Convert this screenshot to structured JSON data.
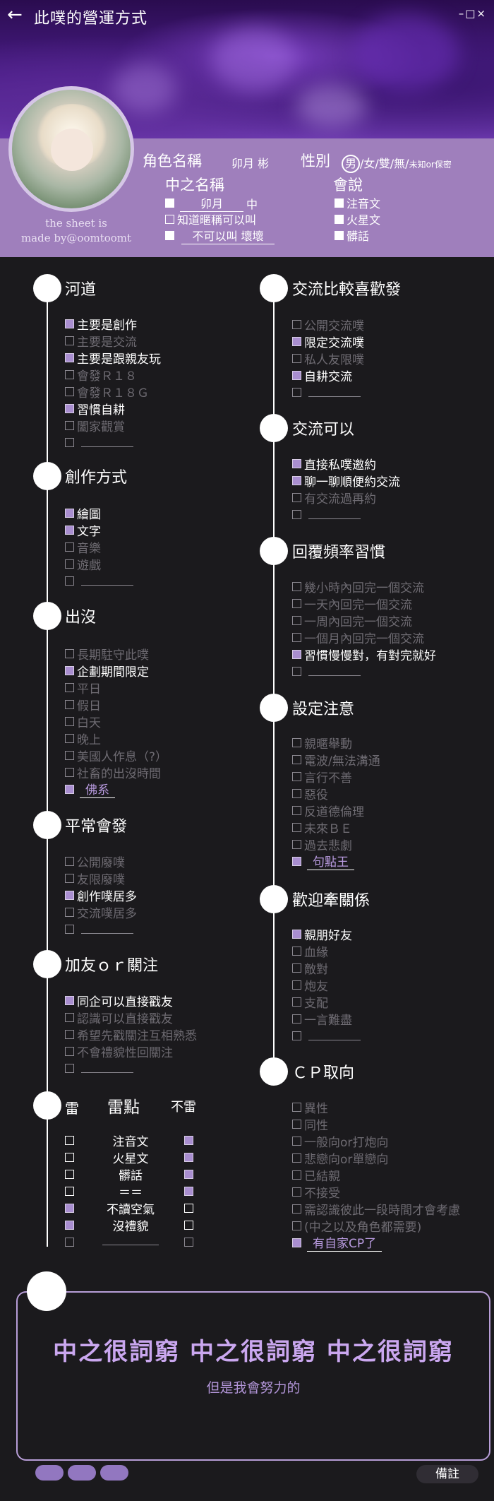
{
  "top_bar": {
    "back_icon": "←",
    "title": "此噗的營運方式",
    "window_controls": "–□×"
  },
  "profile": {
    "credit_line1": "the sheet is",
    "credit_line2": "made by@oomtoomt",
    "char_name_label": "角色名稱",
    "char_name_value": "卯月 彬",
    "gender_label": "性別",
    "gender_selected": "男",
    "gender_rest": "/女/雙/無/",
    "gender_small": "未知or保密",
    "nakano_label": "中之名稱",
    "nakano_opt1_prefix": "卯月",
    "nakano_opt1_suffix": "中",
    "nakano_opt2": "知道暱稱可以叫",
    "nakano_opt3": "不可以叫 壞壞",
    "speak_label": "會說",
    "speak_opts": [
      "注音文",
      "火星文",
      "髒話"
    ]
  },
  "sections": {
    "hedao": {
      "title": "河道",
      "items": [
        {
          "label": "主要是創作",
          "on": true
        },
        {
          "label": "主要是交流",
          "on": false
        },
        {
          "label": "主要是跟親友玩",
          "on": true
        },
        {
          "label": "會發Ｒ１８",
          "on": false
        },
        {
          "label": "會發Ｒ１８Ｇ",
          "on": false
        },
        {
          "label": "習慣自耕",
          "on": true
        },
        {
          "label": "闔家觀賞",
          "on": false
        }
      ]
    },
    "chuangzuo": {
      "title": "創作方式",
      "items": [
        {
          "label": "繪圖",
          "on": true
        },
        {
          "label": "文字",
          "on": true
        },
        {
          "label": "音樂",
          "on": false
        },
        {
          "label": "遊戲",
          "on": false
        }
      ]
    },
    "chumo": {
      "title": "出沒",
      "items": [
        {
          "label": "長期駐守此噗",
          "on": false
        },
        {
          "label": "企劃期間限定",
          "on": true
        },
        {
          "label": "平日",
          "on": false
        },
        {
          "label": "假日",
          "on": false
        },
        {
          "label": "白天",
          "on": false
        },
        {
          "label": "晚上",
          "on": false
        },
        {
          "label": "美國人作息（?）",
          "on": false
        },
        {
          "label": "社畜的出沒時間",
          "on": false
        }
      ],
      "custom": "佛系"
    },
    "pingchang": {
      "title": "平常會發",
      "items": [
        {
          "label": "公開廢噗",
          "on": false
        },
        {
          "label": "友限廢噗",
          "on": false
        },
        {
          "label": "創作噗居多",
          "on": true
        },
        {
          "label": "交流噗居多",
          "on": false
        }
      ]
    },
    "jiayou": {
      "title": "加友ｏｒ關注",
      "items": [
        {
          "label": "同企可以直接戳友",
          "on": true
        },
        {
          "label": "認識可以直接戳友",
          "on": false
        },
        {
          "label": "希望先戳關注互相熟悉",
          "on": false
        },
        {
          "label": "不會禮貌性回關注",
          "on": false
        }
      ]
    },
    "jiaoliu_pref": {
      "title": "交流比較喜歡發",
      "items": [
        {
          "label": "公開交流噗",
          "on": false
        },
        {
          "label": "限定交流噗",
          "on": true
        },
        {
          "label": "私人友限噗",
          "on": false
        },
        {
          "label": "自耕交流",
          "on": true
        }
      ]
    },
    "jiaoliu_ok": {
      "title": "交流可以",
      "items": [
        {
          "label": "直接私噗邀約",
          "on": true
        },
        {
          "label": "聊一聊順便約交流",
          "on": true
        },
        {
          "label": "有交流過再約",
          "on": false
        }
      ]
    },
    "huifu": {
      "title": "回覆頻率習慣",
      "items": [
        {
          "label": "幾小時內回完一個交流",
          "on": false
        },
        {
          "label": "一天內回完一個交流",
          "on": false
        },
        {
          "label": "一周內回完一個交流",
          "on": false
        },
        {
          "label": "一個月內回完一個交流",
          "on": false
        },
        {
          "label": "習慣慢慢對，有對完就好",
          "on": true
        }
      ]
    },
    "sheding": {
      "title": "設定注意",
      "items": [
        {
          "label": "親暱舉動",
          "on": false
        },
        {
          "label": "電波/無法溝通",
          "on": false
        },
        {
          "label": "言行不善",
          "on": false
        },
        {
          "label": "惡役",
          "on": false
        },
        {
          "label": "反道德倫理",
          "on": false
        },
        {
          "label": "未來ＢＥ",
          "on": false
        },
        {
          "label": "過去悲劇",
          "on": false
        }
      ],
      "custom": "句點王"
    },
    "huanying": {
      "title": "歡迎牽關係",
      "items": [
        {
          "label": "親朋好友",
          "on": true
        },
        {
          "label": "血緣",
          "on": false
        },
        {
          "label": "敵對",
          "on": false
        },
        {
          "label": "炮友",
          "on": false
        },
        {
          "label": "支配",
          "on": false
        },
        {
          "label": "一言難盡",
          "on": false
        }
      ]
    },
    "cp": {
      "title": "ＣＰ取向",
      "items": [
        {
          "label": "異性",
          "on": false
        },
        {
          "label": "同性",
          "on": false
        },
        {
          "label": "一般向or打炮向",
          "on": false
        },
        {
          "label": "悲戀向or單戀向",
          "on": false
        },
        {
          "label": "已結親",
          "on": false
        },
        {
          "label": "不接受",
          "on": false
        },
        {
          "label": "需認識彼此一段時間才會考慮",
          "on": false
        },
        {
          "label": "(中之以及角色都需要)",
          "on": false
        }
      ],
      "custom": "有自家CP了"
    }
  },
  "leidian": {
    "col_left": "雷",
    "col_mid": "雷點",
    "col_right": "不雷",
    "rows": [
      {
        "label": "注音文",
        "left": false,
        "right": true
      },
      {
        "label": "火星文",
        "left": false,
        "right": true
      },
      {
        "label": "髒話",
        "left": false,
        "right": true
      },
      {
        "label": "＝＝",
        "left": false,
        "right": true
      },
      {
        "label": "不讀空氣",
        "left": true,
        "right": false
      },
      {
        "label": "沒禮貌",
        "left": true,
        "right": false
      }
    ]
  },
  "note": {
    "big": "中之很詞窮 中之很詞窮 中之很詞窮",
    "small": "但是我會努力的"
  },
  "footer": {
    "remark_label": "備註"
  },
  "colors": {
    "accent": "#a98ed0",
    "band": "#9f7fbc",
    "bg": "#1b1a1d"
  }
}
